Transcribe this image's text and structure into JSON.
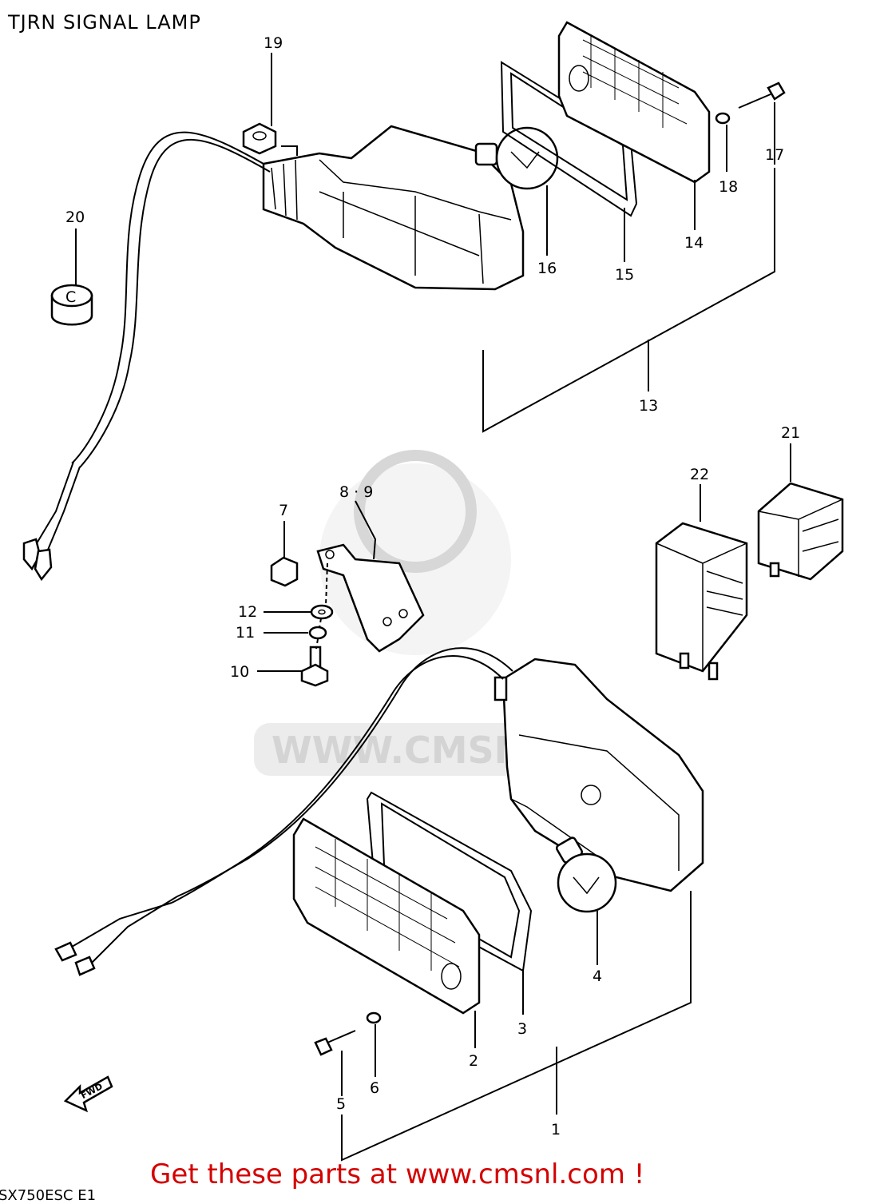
{
  "title": "TJRN SIGNAL LAMP",
  "footer": "Get these parts at www.cmsnl.com !",
  "diagram_code": "SX750ESC E1",
  "watermark": "WWW.CMSNL.COM",
  "fwd_label": "FWD",
  "part_labels": {
    "p1": "1",
    "p2": "2",
    "p3": "3",
    "p4": "4",
    "p5": "5",
    "p6": "6",
    "p7": "7",
    "p89": "8 · 9",
    "p10": "10",
    "p11": "11",
    "p12": "12",
    "p13": "13",
    "p14": "14",
    "p15": "15",
    "p16": "16",
    "p17": "17",
    "p18": "18",
    "p19": "19",
    "p20": "20",
    "p21": "21",
    "p22": "22"
  }
}
